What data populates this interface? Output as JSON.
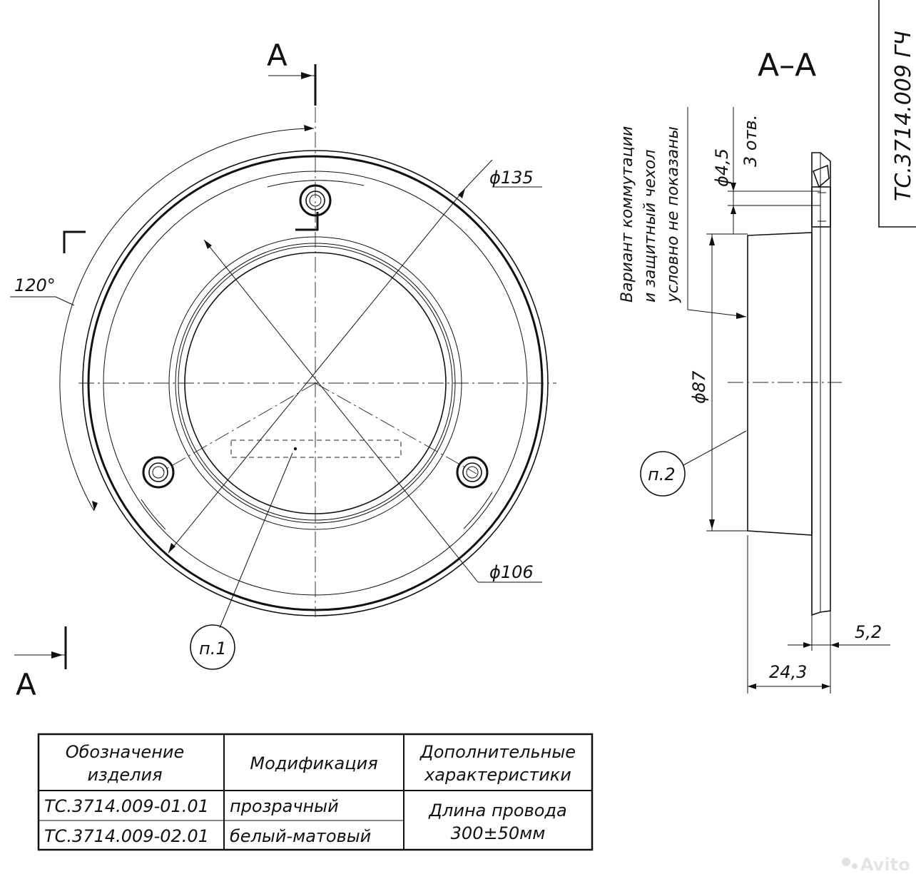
{
  "section_marks": {
    "letter": "А",
    "view_title": "А–А"
  },
  "dimensions": {
    "d135": "ϕ135",
    "d106": "ϕ106",
    "d87": "ϕ87",
    "d45": "ϕ4,5",
    "holes": "3 отв.",
    "angle": "120°",
    "w243": "24,3",
    "w52": "5,2"
  },
  "callouts": {
    "p1": "п.1",
    "p2": "п.2"
  },
  "note": {
    "line1": "Вариант коммутации",
    "line2": "и защитный чехол",
    "line3": "условно не показаны"
  },
  "title_stamp": "ТС.3714.009 ГЧ",
  "table": {
    "headers": {
      "col1_line1": "Обозначение",
      "col1_line2": "изделия",
      "col2": "Модификация",
      "col3_line1": "Дополнительные",
      "col3_line2": "характеристики"
    },
    "rows": [
      {
        "designation": "ТС.3714.009-01.01",
        "modification": "прозрачный"
      },
      {
        "designation": "ТС.3714.009-02.01",
        "modification": "белый-матовый"
      }
    ],
    "extra_line1": "Длина провода",
    "extra_line2": "300±50мм"
  },
  "watermark": "Avito"
}
